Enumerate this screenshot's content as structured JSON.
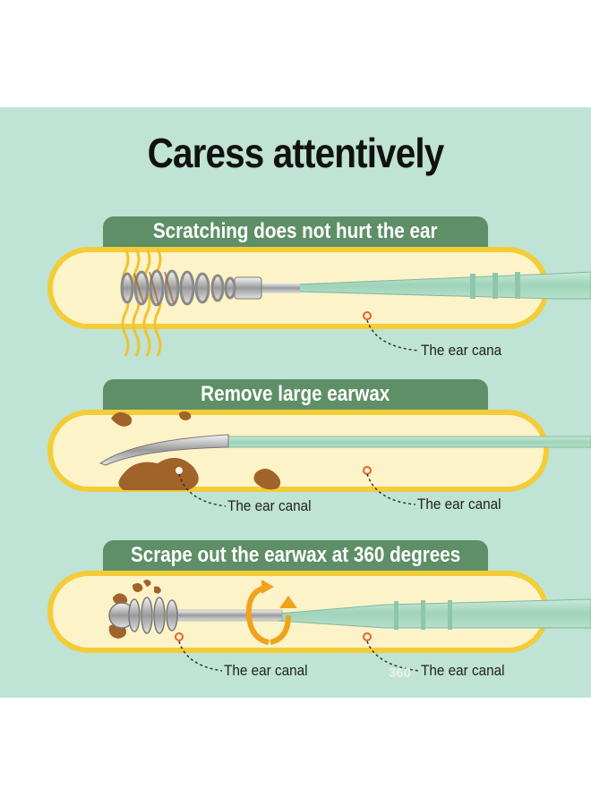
{
  "title": "Caress attentively",
  "sections": [
    {
      "heading": "Scratching does not hurt the ear",
      "callouts": [
        "The ear cana"
      ]
    },
    {
      "heading": "Remove large earwax",
      "callouts": [
        "The ear canal",
        "The ear canal"
      ]
    },
    {
      "heading": "Scrape out the earwax at 360 degrees",
      "callouts": [
        "The ear canal",
        "The ear canal"
      ]
    }
  ],
  "watermark": "360",
  "colors": {
    "background": "#bfe3d4",
    "tab": "#5e8f67",
    "tube_border": "#f3cc38",
    "tube_fill": "#fdf3c8",
    "tool": "#a8d8c2",
    "earwax": "#a0632a",
    "marker": "#e5632f"
  }
}
